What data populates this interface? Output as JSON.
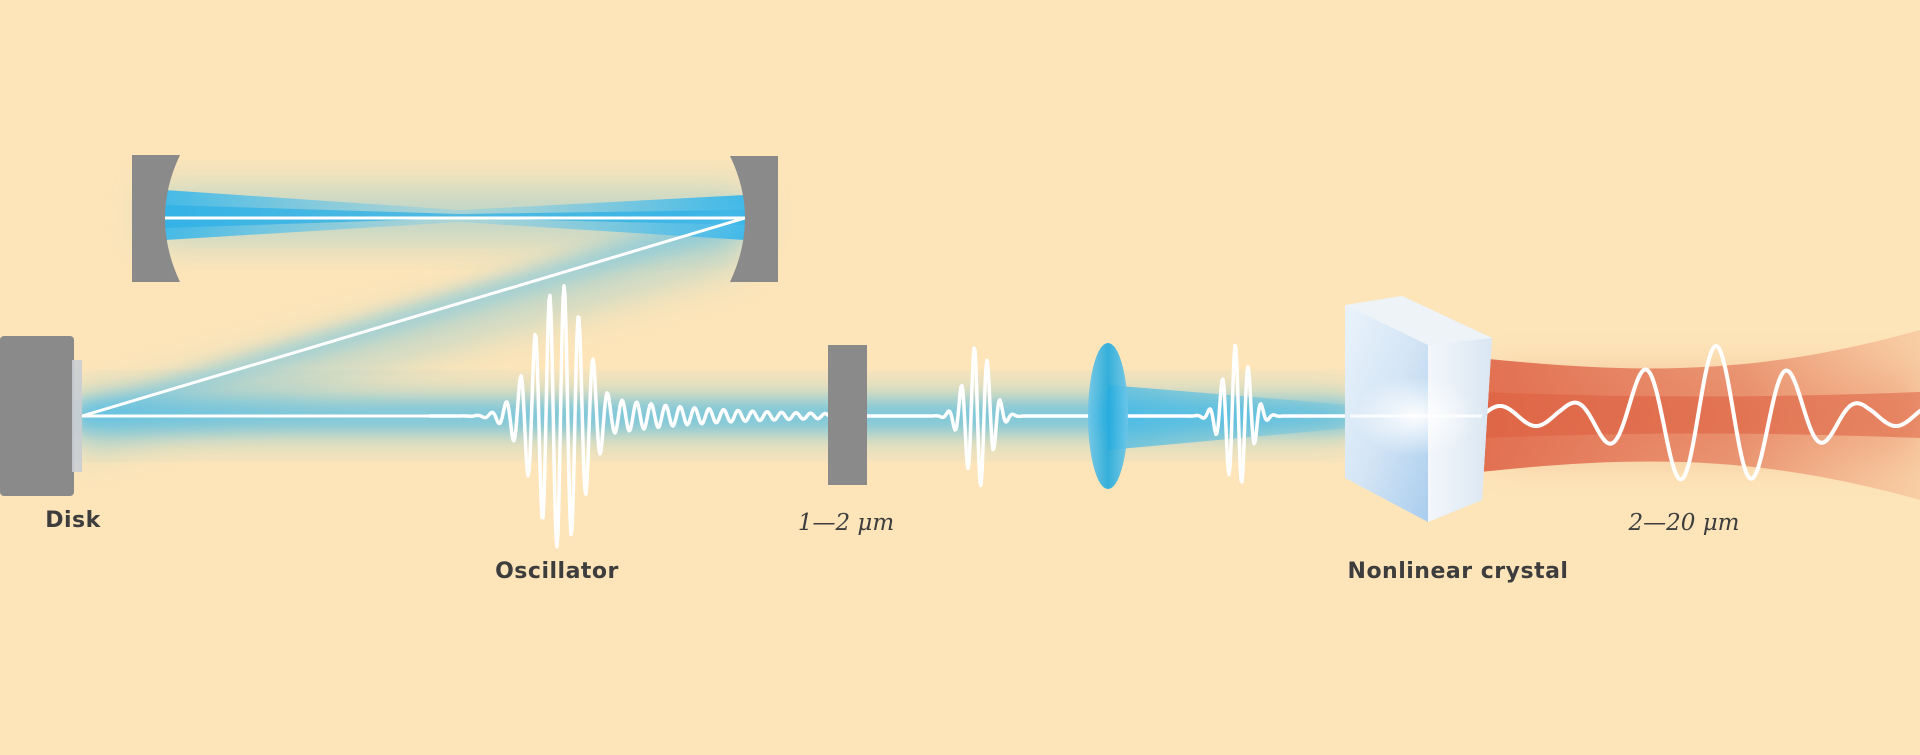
{
  "labels": {
    "disk": "Disk",
    "oscillator": "Oscillator",
    "input_wavelength": "1—2 μm",
    "crystal": "Nonlinear crystal",
    "output_wavelength": "2—20 μm"
  },
  "colors": {
    "background": "#fde5b9",
    "mirror": "#8a8a8a",
    "blue_beam": "#35b6ea",
    "red_beam": "#e06a4c",
    "pulse": "#ffffff",
    "label_text": "#3d3d3d"
  }
}
